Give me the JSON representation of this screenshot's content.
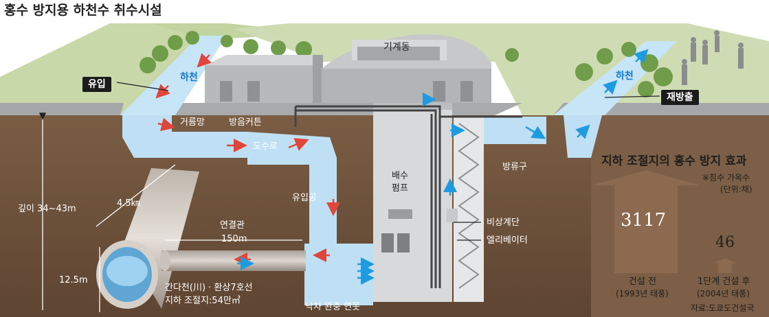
{
  "title": "홍수 방지용 하천수 취수시설",
  "labels": {
    "machine_building": "기계동",
    "inflow": "유입",
    "river_left": "하천",
    "river_right": "하천",
    "re_discharge": "재방출",
    "screen": "거름망",
    "sound_curtain": "방음커튼",
    "channel": "도수로",
    "inflow_shaft": "유입공",
    "drain_pump_1": "배수",
    "drain_pump_2": "펌프",
    "outlet": "방류구",
    "emergency_stairs": "비상계단",
    "elevator": "엘리베이터",
    "depth": "깊이 34~43m",
    "tunnel_length": "4.5㎞",
    "connector": "연결관",
    "connector_length": "150m",
    "diameter": "12.5m",
    "reservoir_line1": "간다천(川) · 환상7호선",
    "reservoir_line2": "지하 조절지:54만㎥",
    "drop_pond": "낙차 완충 연못"
  },
  "chart": {
    "title": "지하 조절지의 홍수 방지 효과",
    "note1": "※침수 가옥수",
    "note2": "(단위:채)",
    "source": "자료:도쿄도건설국",
    "arrow_color": "#8b6a4f"
  },
  "chart_data": {
    "type": "bar",
    "title": "지하 조절지의 홍수 방지 효과",
    "unit": "(단위:채)",
    "categories": [
      "건설 전",
      "1단계 건설 후"
    ],
    "sublabels": [
      "(1993년 태풍)",
      "(2004년 태풍)"
    ],
    "values": [
      3117,
      46
    ],
    "value_labels": [
      "3117",
      "46"
    ]
  },
  "colors": {
    "ground": "#6e533c",
    "water": "#bfe0f4",
    "water_flow": "#29a6e8",
    "grass": "#c8d8a8",
    "pavement": "#a8a9aa",
    "building": "#b9bbbc"
  }
}
